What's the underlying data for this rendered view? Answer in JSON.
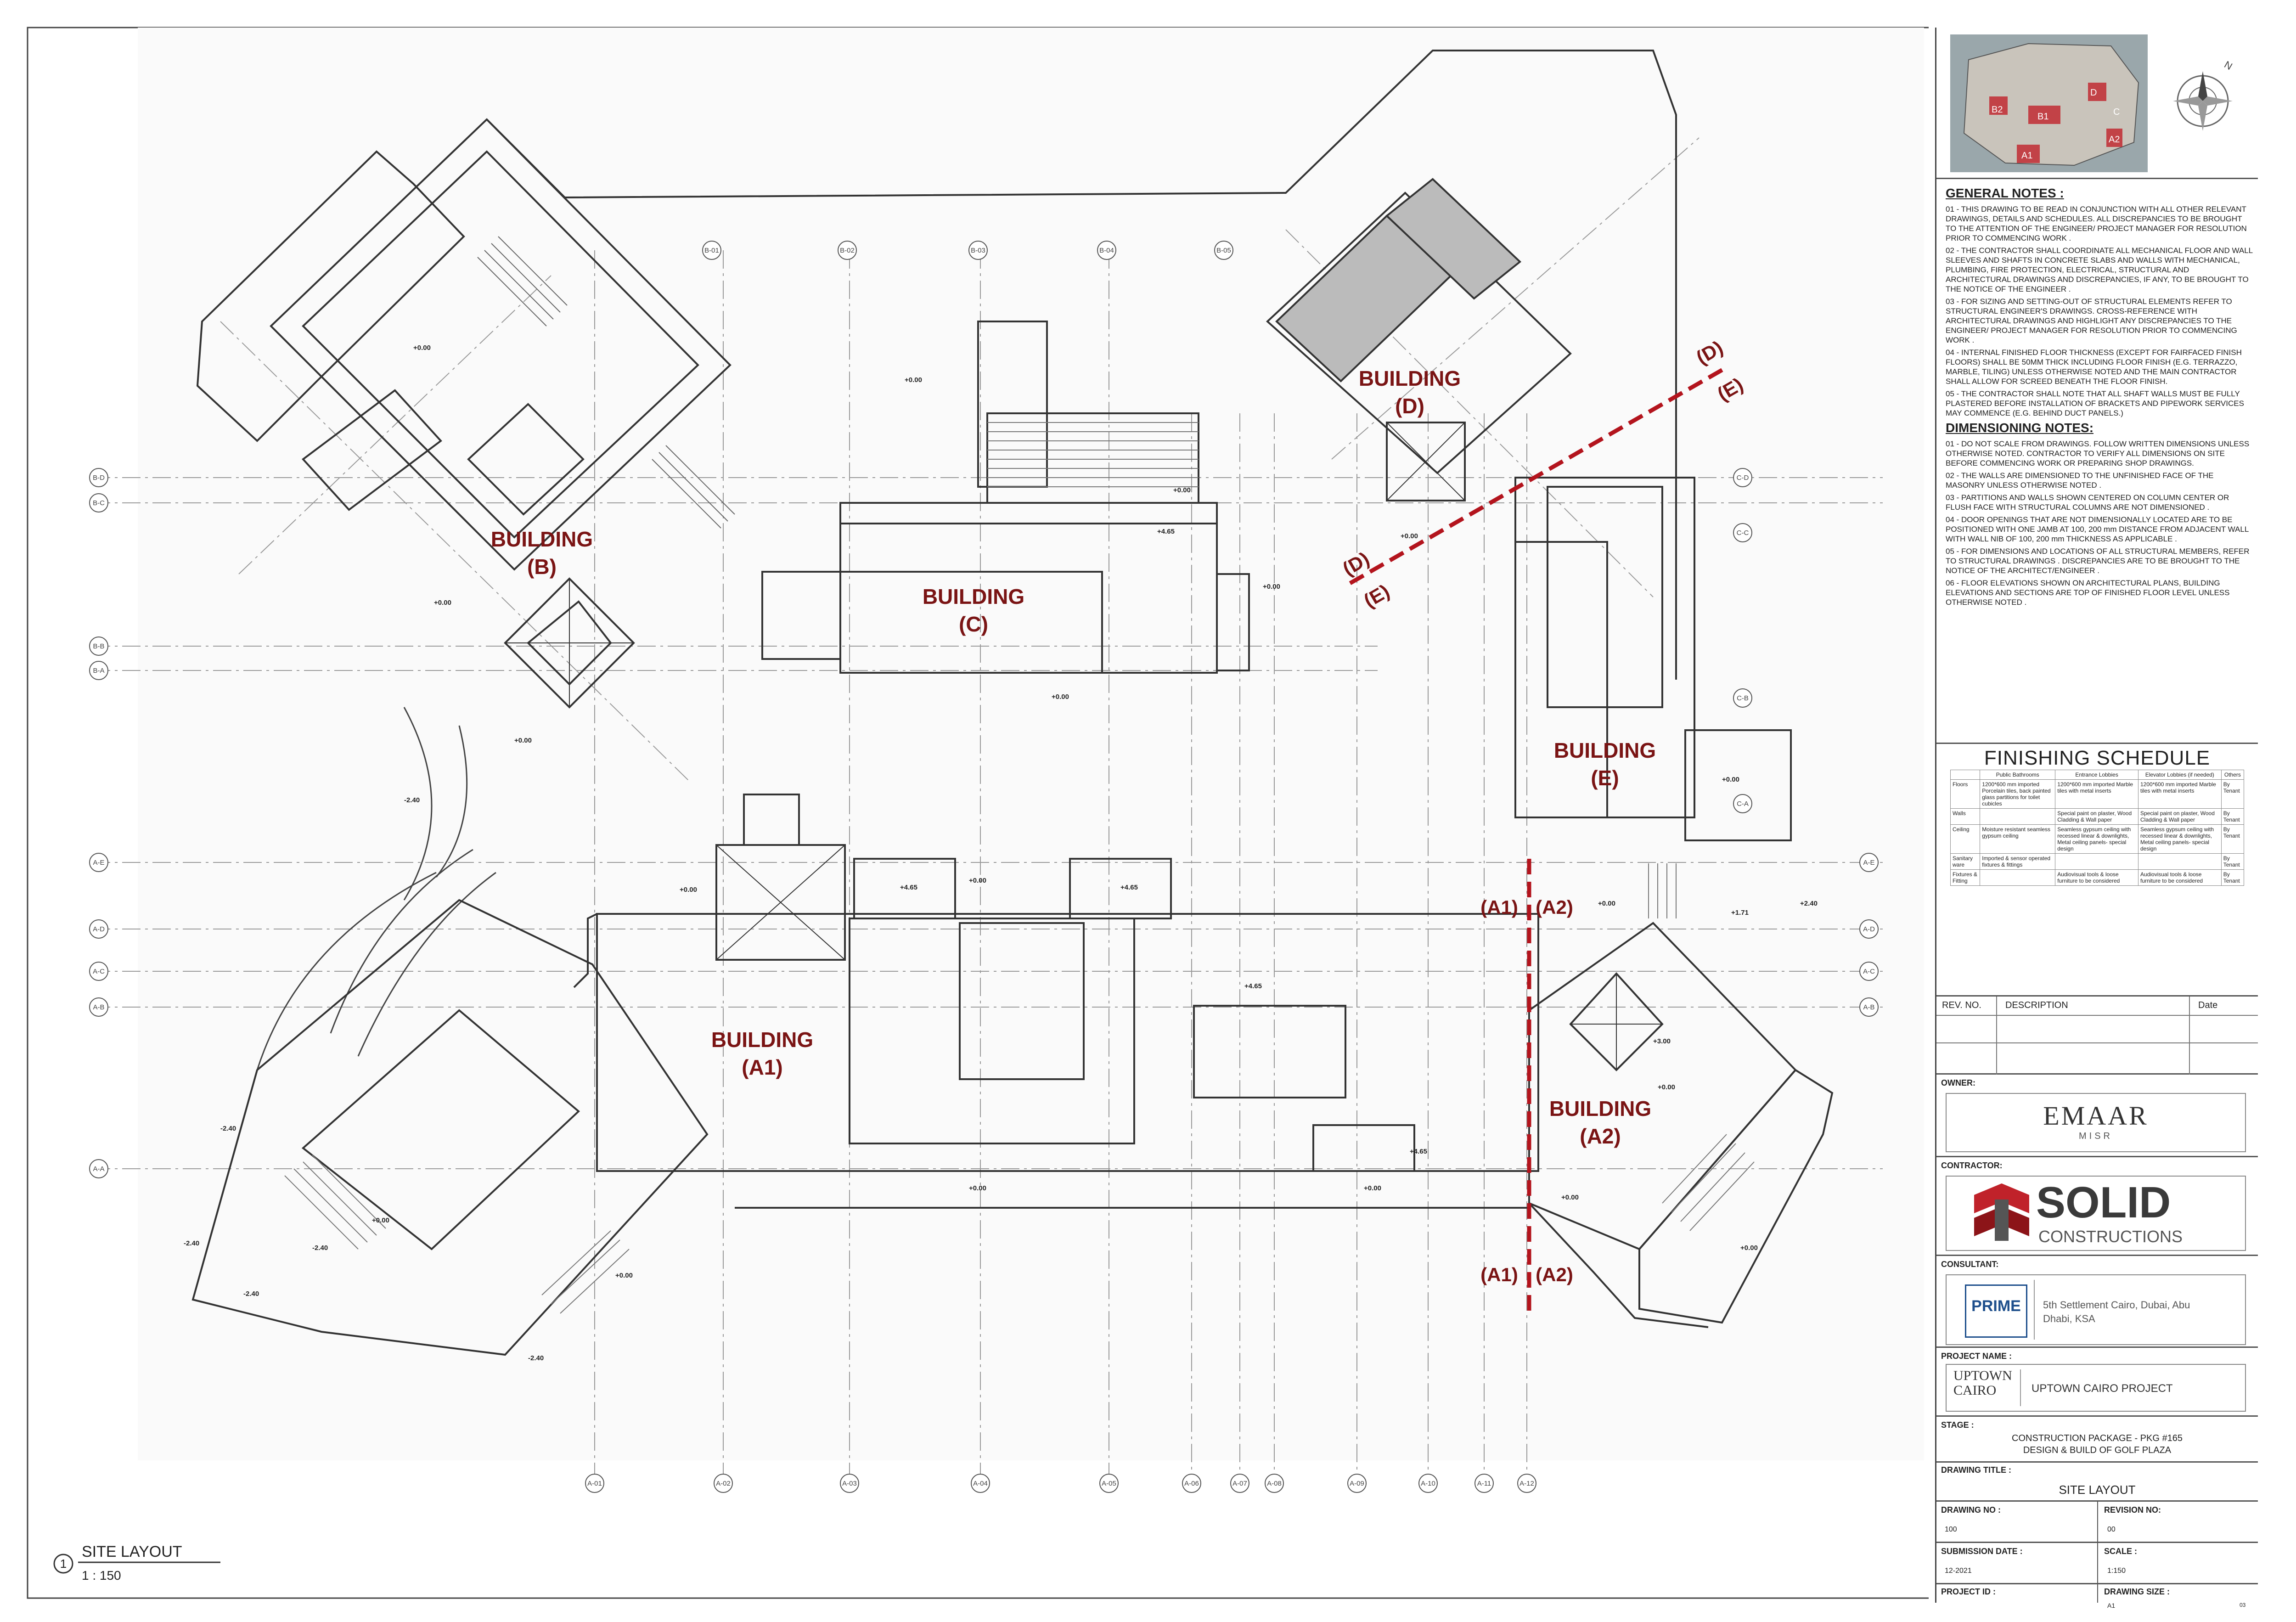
{
  "drawing": {
    "buildings": [
      {
        "name": "BUILDING",
        "id": "(B)"
      },
      {
        "name": "BUILDING",
        "id": "(C)"
      },
      {
        "name": "BUILDING",
        "id": "(D)"
      },
      {
        "name": "BUILDING",
        "id": "(E)"
      },
      {
        "name": "BUILDING",
        "id": "(A1)"
      },
      {
        "name": "BUILDING",
        "id": "(A2)"
      }
    ],
    "section_tags": [
      "(D)",
      "(E)",
      "(D)",
      "(E)",
      "(A1)",
      "(A2)",
      "(A1)",
      "(A2)"
    ],
    "grid_left": [
      "B-D",
      "B-C",
      "B-B",
      "B-A",
      "A-E",
      "A-D",
      "A-C",
      "A-B",
      "A-A"
    ],
    "grid_right": [
      "A-E",
      "A-D",
      "A-C",
      "A-B",
      "C-D",
      "C-C",
      "C-B",
      "C-A"
    ],
    "grid_top": [
      "B-01",
      "B-02",
      "B-03",
      "B-04",
      "B-05"
    ],
    "grid_bottom": [
      "A-01",
      "A-02",
      "A-03",
      "A-04",
      "A-05",
      "A-06",
      "A-07",
      "A-08",
      "A-09",
      "A-10",
      "A-11",
      "A-12"
    ],
    "levels": [
      "+0.00",
      "+4.65",
      "+0.00",
      "-2.40",
      "+0.00",
      "+3.00",
      "+1.71",
      "+2.40"
    ],
    "view_title": "SITE LAYOUT",
    "view_number": "1",
    "view_scale": "1 : 150"
  },
  "key_plan": {
    "labels": [
      "B2",
      "B1",
      "D",
      "C",
      "A1",
      "A2"
    ]
  },
  "general_notes": {
    "heading": "GENERAL NOTES :",
    "items": [
      "01 - THIS DRAWING TO BE READ IN CONJUNCTION WITH ALL OTHER RELEVANT DRAWINGS, DETAILS AND SCHEDULES. ALL DISCREPANCIES TO BE BROUGHT TO THE ATTENTION OF THE ENGINEER/ PROJECT MANAGER FOR RESOLUTION PRIOR TO COMMENCING WORK .",
      "02 - THE CONTRACTOR SHALL COORDINATE ALL MECHANICAL FLOOR AND WALL SLEEVES AND SHAFTS IN CONCRETE SLABS AND WALLS WITH MECHANICAL, PLUMBING, FIRE PROTECTION, ELECTRICAL, STRUCTURAL AND ARCHITECTURAL DRAWINGS AND DISCREPANCIES, IF ANY, TO BE BROUGHT TO THE NOTICE OF THE ENGINEER .",
      "03 - FOR SIZING AND SETTING-OUT OF STRUCTURAL ELEMENTS REFER TO STRUCTURAL ENGINEER'S DRAWINGS. CROSS-REFERENCE WITH ARCHITECTURAL DRAWINGS AND HIGHLIGHT ANY DISCREPANCIES TO THE ENGINEER/ PROJECT MANAGER FOR RESOLUTION PRIOR TO COMMENCING WORK .",
      "04 - INTERNAL FINISHED FLOOR THICKNESS (EXCEPT FOR FAIRFACED FINISH FLOORS) SHALL BE 50MM THICK INCLUDING FLOOR FINISH (E.G. TERRAZZO, MARBLE, TILING) UNLESS OTHERWISE NOTED AND THE MAIN CONTRACTOR SHALL ALLOW FOR SCREED BENEATH THE FLOOR FINISH.",
      "05 - THE CONTRACTOR SHALL NOTE THAT ALL SHAFT WALLS MUST BE FULLY PLASTERED BEFORE INSTALLATION OF BRACKETS AND PIPEWORK SERVICES MAY COMMENCE (E.G. BEHIND DUCT PANELS.)"
    ]
  },
  "dimensioning_notes": {
    "heading": "DIMENSIONING NOTES:",
    "items": [
      "01 - DO NOT SCALE FROM DRAWINGS. FOLLOW WRITTEN DIMENSIONS UNLESS OTHERWISE NOTED. CONTRACTOR TO VERIFY ALL DIMENSIONS ON SITE BEFORE COMMENCING WORK OR PREPARING SHOP DRAWINGS.",
      "02 - THE WALLS ARE DIMENSIONED TO THE UNFINISHED FACE OF THE MASONRY UNLESS OTHERWISE NOTED .",
      "03 - PARTITIONS AND WALLS SHOWN CENTERED ON COLUMN CENTER OR FLUSH FACE WITH STRUCTURAL COLUMNS ARE NOT DIMENSIONED .",
      "04 - DOOR OPENINGS THAT ARE NOT DIMENSIONALLY LOCATED ARE TO BE POSITIONED WITH ONE JAMB AT 100, 200 mm DISTANCE FROM ADJACENT WALL WITH WALL NIB OF 100, 200 mm THICKNESS AS APPLICABLE .",
      "05 - FOR DIMENSIONS AND LOCATIONS OF ALL STRUCTURAL MEMBERS, REFER TO STRUCTURAL DRAWINGS . DISCREPANCIES ARE TO BE BROUGHT TO THE NOTICE OF THE ARCHITECT/ENGINEER .",
      "06 - FLOOR ELEVATIONS SHOWN ON ARCHITECTURAL PLANS, BUILDING ELEVATIONS AND SECTIONS ARE TOP OF FINISHED FLOOR LEVEL UNLESS OTHERWISE NOTED ."
    ]
  },
  "finishing_schedule": {
    "title": "FINISHING SCHEDULE",
    "columns": [
      "",
      "Public Bathrooms",
      "Entrance Lobbies",
      "Elevator Lobbies (if needed)",
      "Others"
    ],
    "rows": [
      [
        "Floors",
        "1200*600 mm imported Porcelain tiles, back painted glass partitions for toilet cubicles",
        "1200*600 mm imported Marble tiles with metal inserts",
        "1200*600 mm imported Marble tiles with metal inserts",
        "By Tenant"
      ],
      [
        "Walls",
        "",
        "Special paint on plaster, Wood Cladding & Wall paper",
        "Special paint on plaster, Wood Cladding & Wall paper",
        "By Tenant"
      ],
      [
        "Ceiling",
        "Moisture resistant seamless gypsum ceiling",
        "Seamless gypsum ceiling with recessed linear & downlights, Metal ceiling panels- special design",
        "Seamless gypsum ceiling with recessed linear & downlights, Metal ceiling panels- special design",
        "By Tenant"
      ],
      [
        "Sanitary ware",
        "Imported & sensor operated fixtures & fittings",
        "",
        "",
        "By Tenant"
      ],
      [
        "Fixtures & Fitting",
        "",
        "Audiovisual tools & loose furniture to be considered",
        "Audiovisual tools & loose furniture to be considered",
        "By Tenant"
      ]
    ]
  },
  "revision_table": {
    "headers": [
      "REV. NO.",
      "DESCRIPTION",
      "Date"
    ]
  },
  "title_block": {
    "owner_label": "OWNER:",
    "owner_name": "EMAAR",
    "owner_sub": "MISR",
    "contractor_label": "CONTRACTOR:",
    "contractor_name": "SOLID",
    "contractor_sub": "CONSTRUCTIONS",
    "consultant_label": "CONSULTANT:",
    "consultant_name": "PRIME",
    "consultant_address": "5th Settlement Cairo, Dubai, Abu Dhabi, KSA",
    "project_label": "PROJECT NAME :",
    "project_logo_line1": "UPTOWN",
    "project_logo_line2": "CAIRO",
    "project_name": "UPTOWN CAIRO PROJECT",
    "stage_label": "STAGE :",
    "stage_line1": "CONSTRUCTION PACKAGE - PKG #165",
    "stage_line2": "DESIGN & BUILD OF GOLF PLAZA",
    "drawing_title_label": "DRAWING TITLE :",
    "drawing_title": "SITE LAYOUT",
    "drawing_no_label": "DRAWING NO :",
    "drawing_no": "100",
    "revision_no_label": "REVISION NO:",
    "revision_no": "00",
    "submission_date_label": "SUBMISSION DATE :",
    "submission_date": "12-2021",
    "scale_label": "SCALE :",
    "scale": "1:150",
    "project_id_label": "PROJECT ID :",
    "drawing_size_label": "DRAWING SIZE :",
    "drawing_size": "A1",
    "sheet_code": "03"
  },
  "colors": {
    "accent_red": "#b3141d",
    "building_label": "#7a1414",
    "solid_red": "#c0222a",
    "prime_blue": "#1e4f8c"
  }
}
